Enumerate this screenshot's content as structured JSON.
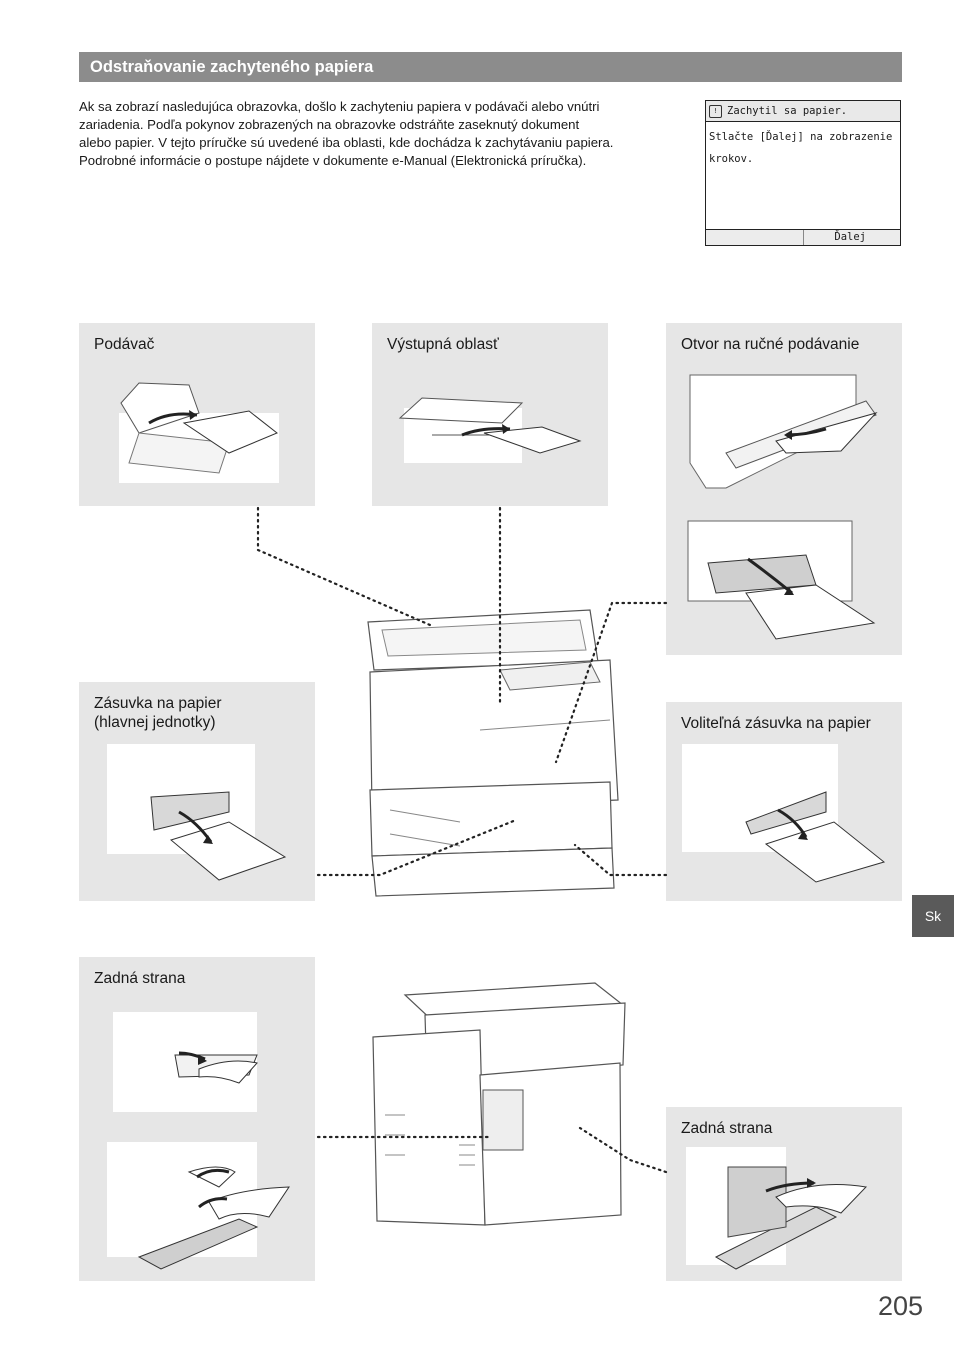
{
  "section": {
    "title": "Odstraňovanie zachyteného papiera"
  },
  "intro": {
    "text": "Ak sa zobrazí nasledujúca obrazovka, došlo k zachyteniu papiera v podávači alebo vnútri\nzariadenia. Podľa pokynov zobrazených na obrazovke odstráňte zaseknutý dokument\nalebo papier. V tejto príručke sú uvedené iba oblasti, kde dochádza k zachytávaniu papiera.\nPodrobné informácie o postupe nájdete v dokumente e-Manual (Elektronická príručka)."
  },
  "lcd": {
    "title": "Zachytil sa papier.",
    "message": "Stlačte [Ďalej] na zobrazenie\nkrokov.",
    "button": "Ďalej"
  },
  "panels": {
    "feeder": "Podávač",
    "output": "Výstupná oblasť",
    "manual": "Otvor na ručné podávanie",
    "drawer_main": "Zásuvka na papier\n(hlavnej jednotky)",
    "drawer_optional": "Voliteľná zásuvka na papier",
    "back_left": "Zadná strana",
    "back_right": "Zadná strana"
  },
  "language_tab": "Sk",
  "page_number": "205"
}
